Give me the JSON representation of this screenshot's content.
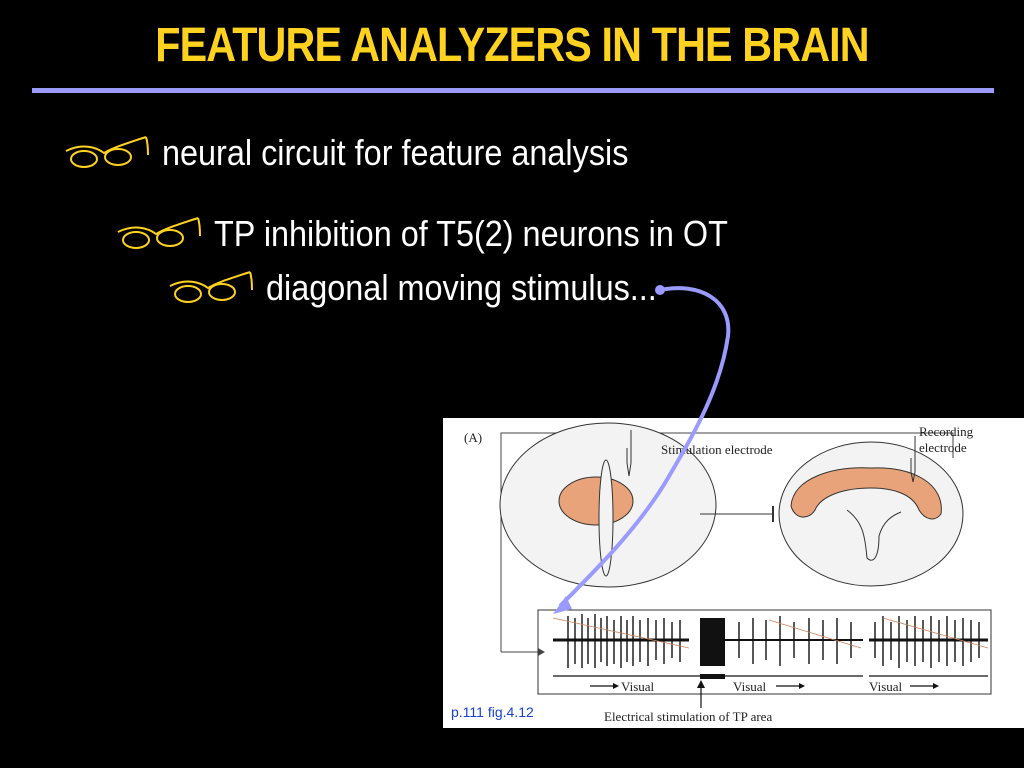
{
  "slide": {
    "title": "FEATURE ANALYZERS IN THE BRAIN",
    "bullets": [
      {
        "level": 1,
        "icon": "glasses-icon",
        "text": "neural circuit for feature analysis"
      },
      {
        "level": 2,
        "icon": "glasses-icon",
        "text": "TP inhibition of T5(2) neurons in OT"
      },
      {
        "level": 3,
        "icon": "glasses-icon",
        "text": "diagonal moving stimulus..."
      }
    ]
  },
  "figure": {
    "panel_label": "(A)",
    "stimulation_label": "Stimulation electrode",
    "recording_label_line1": "Recording",
    "recording_label_line2": "electrode",
    "visual_label_1": "Visual",
    "visual_label_2": "Visual",
    "visual_label_3": "Visual",
    "electrical_label": "Electrical stimulation of TP area",
    "caption": "p.111 fig.4.12"
  },
  "colors": {
    "title": "#ffd21f",
    "rule": "#9a9aff",
    "arrow": "#9a9aff",
    "tissue": "#e8a37a",
    "caption": "#1a3fd0"
  }
}
